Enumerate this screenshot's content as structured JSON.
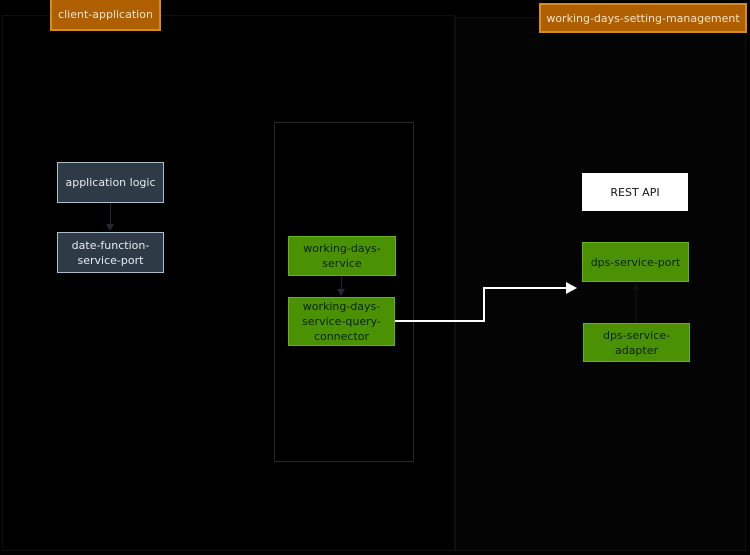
{
  "diagram": {
    "boundaries": {
      "client": {
        "label": "client-application"
      },
      "working_days": {
        "label": "working-days-setting-management"
      }
    },
    "nodes": {
      "application_logic": {
        "label": "application logic"
      },
      "date_function_service_port": {
        "label": "date-function-service-port"
      },
      "working_days_service": {
        "label": "working-days-service"
      },
      "working_days_service_query_connector": {
        "label": "working-days-service-query-connector"
      },
      "rest_api": {
        "label": "REST API"
      },
      "dps_service_port": {
        "label": "dps-service-port"
      },
      "dps_service_adapter": {
        "label": "dps-service-adapter"
      }
    },
    "edges": [
      {
        "from": "application logic",
        "to": "date-function-service-port",
        "arrow_color": "#232834"
      },
      {
        "from": "working-days-service",
        "to": "working-days-service-query-connector",
        "arrow_color": "#232834"
      },
      {
        "from": "working-days-service-query-connector",
        "to": "dps-service-port",
        "arrow_color": "#ffffff"
      },
      {
        "from": "dps-service-adapter",
        "to": "dps-service-port",
        "arrow_color": "#0d0d0d"
      }
    ],
    "colors": {
      "background": "#000000",
      "boundary_title_fill": "#b05f00",
      "boundary_title_border": "#d88c1a",
      "boundary_title_text": "#f2e2c4",
      "component_fill": "#2e3a45",
      "component_border": "#a7bfcd",
      "component_text": "#e6ecf0",
      "service_fill": "#4a9104",
      "service_border": "#65b118",
      "service_text": "#0e2400",
      "interface_fill": "#ffffff",
      "interface_text": "#151515",
      "container_border": "#282828",
      "white_arrow": "#ffffff"
    }
  }
}
